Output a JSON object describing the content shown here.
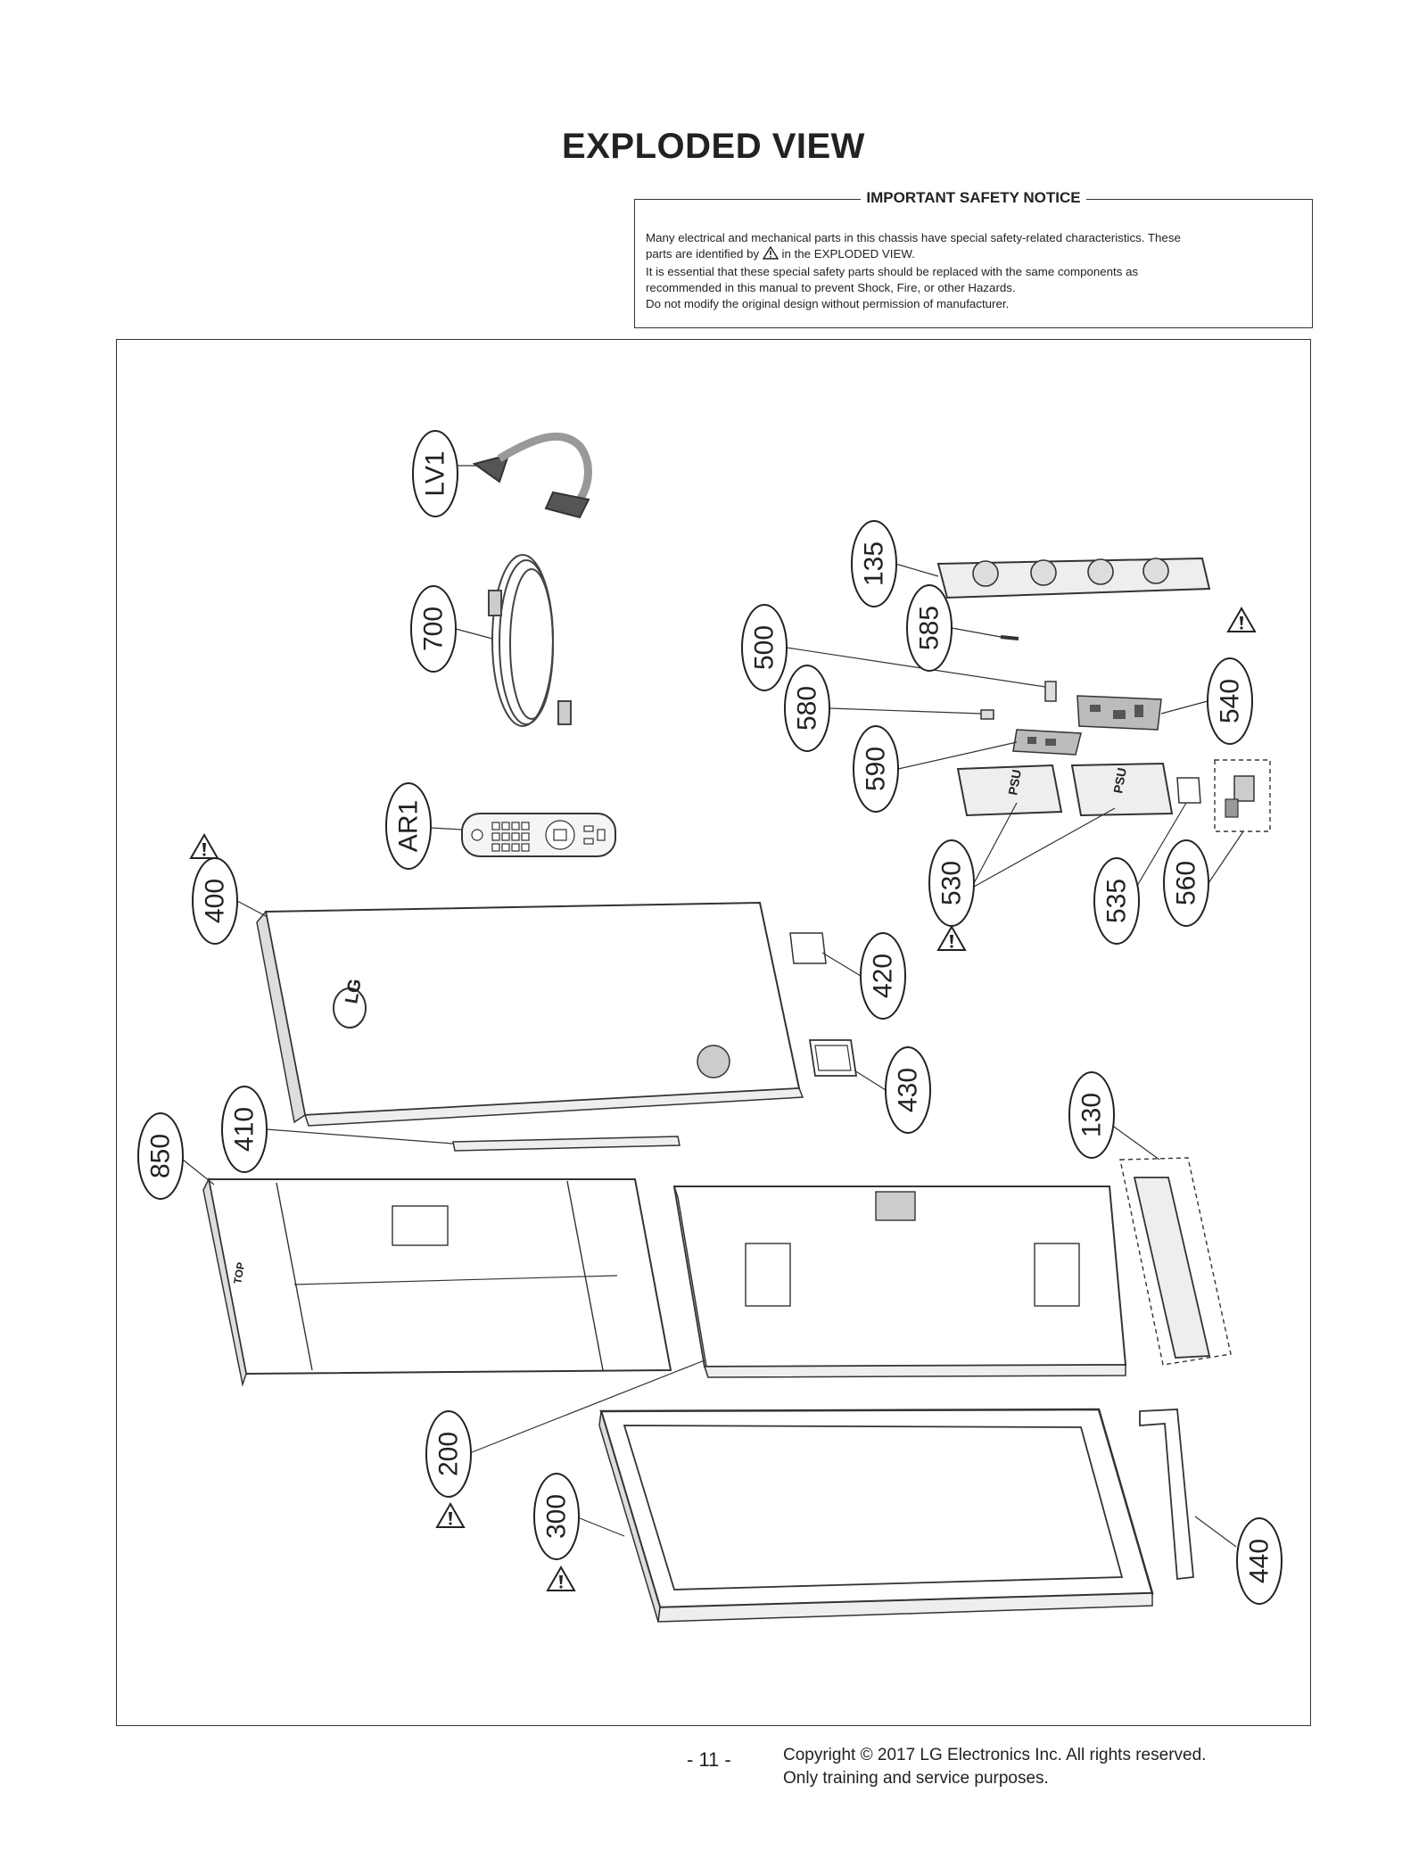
{
  "page": {
    "title": "EXPLODED VIEW",
    "page_number": "- 11 -",
    "copyright_line1": "Copyright © 2017 LG Electronics Inc. All rights reserved.",
    "copyright_line2": "Only training and service purposes."
  },
  "notice": {
    "title": "IMPORTANT SAFETY NOTICE",
    "line1": "Many electrical and mechanical parts in this chassis have special safety-related characteristics. These",
    "line2a": "parts are identified by",
    "line2b": "in the EXPLODED VIEW.",
    "line3": "It is essential that these special safety parts should be replaced with the same components as",
    "line4": "recommended in this manual to prevent Shock, Fire, or other Hazards.",
    "line5": "Do not modify the original design without permission of manufacturer."
  },
  "callouts": {
    "c_lv1": "LV1",
    "c_700": "700",
    "c_ar1": "AR1",
    "c_135": "135",
    "c_585": "585",
    "c_500": "500",
    "c_580": "580",
    "c_590": "590",
    "c_540": "540",
    "c_530": "530",
    "c_535": "535",
    "c_560": "560",
    "c_400": "400",
    "c_420": "420",
    "c_430": "430",
    "c_410": "410",
    "c_850": "850",
    "c_130": "130",
    "c_200": "200",
    "c_300": "300",
    "c_440": "440"
  },
  "part_labels": {
    "psu": "PSU",
    "logo": "LG",
    "top": "TOP"
  },
  "icons": {
    "safety_mark": "warning-triangle-icon"
  }
}
